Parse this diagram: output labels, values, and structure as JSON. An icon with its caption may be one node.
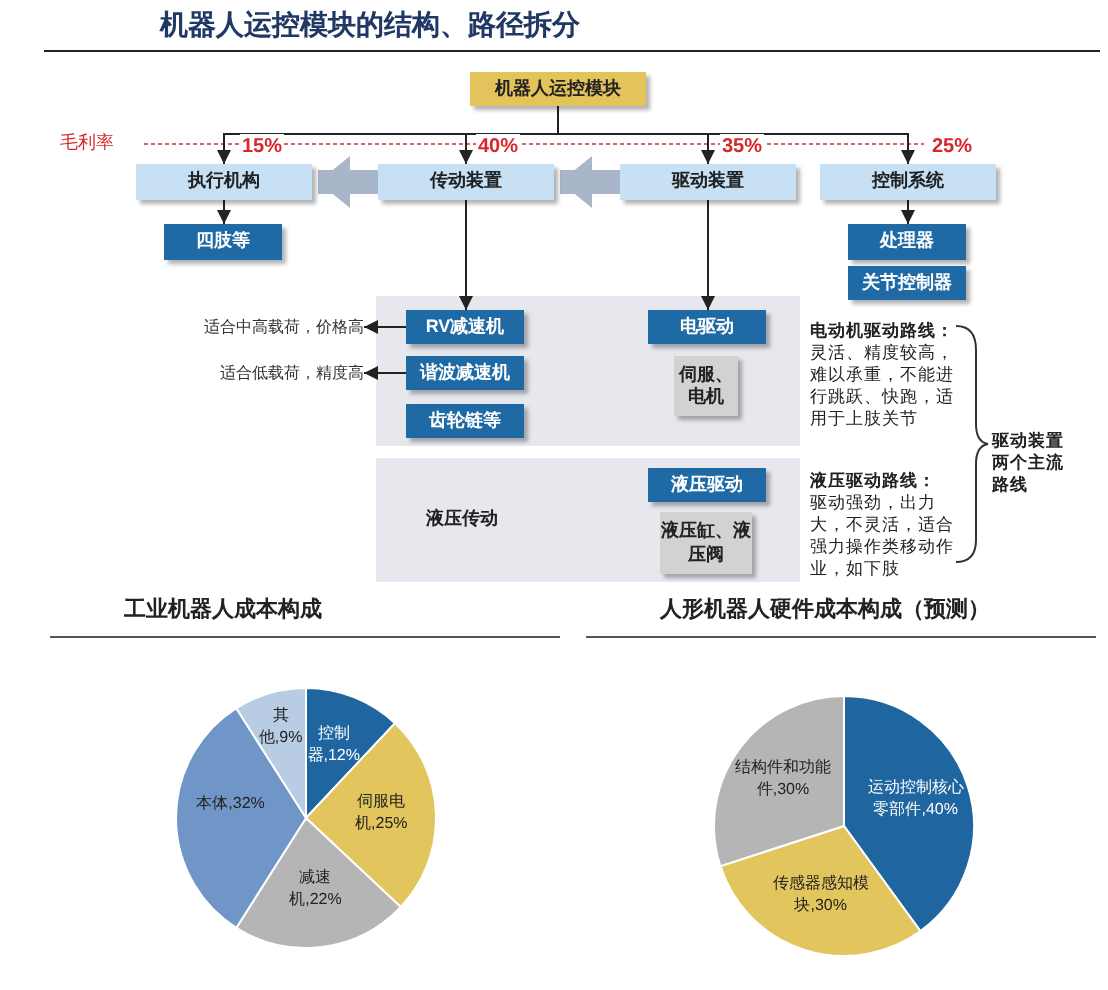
{
  "diagram": {
    "title": "机器人运控模块的结构、路径拆分",
    "nodes": [
      {
        "text": [
          "机器人运控模块"
        ]
      },
      {
        "text": [
          "执行机构"
        ]
      },
      {
        "text": [
          "传动装置"
        ]
      },
      {
        "text": [
          "驱动装置"
        ]
      },
      {
        "text": [
          "控制系统"
        ]
      },
      {
        "text": [
          "四肢等"
        ]
      },
      {
        "text": [
          "处理器"
        ]
      },
      {
        "text": [
          "关节控制器"
        ]
      },
      {
        "text": [],
        "shape": "box"
      },
      {
        "text": [
          "RV减速机"
        ],
        "in": 8
      },
      {
        "text": [
          "谐波减速机"
        ],
        "in": 8
      },
      {
        "text": [
          "齿轮链等"
        ],
        "in": 8
      },
      {
        "text": [
          "电驱动"
        ],
        "in": 8
      },
      {
        "text": [
          "伺服、电机"
        ],
        "in": 8
      },
      {
        "text": [
          "液压传动"
        ]
      },
      {
        "text": [
          "液压驱动"
        ],
        "in": 14
      },
      {
        "text": [
          "液压缸、液压阀"
        ],
        "in": 14
      },
      {
        "text": [
          "适合中高载荷，价格高"
        ]
      },
      {
        "text": [
          "适合低载荷，精度高"
        ]
      }
    ],
    "edges": [
      {
        "from": 0,
        "to": 1,
        "arrow": "to"
      },
      {
        "from": 0,
        "to": 2,
        "arrow": "to"
      },
      {
        "from": 0,
        "to": 3,
        "arrow": "to"
      },
      {
        "from": 0,
        "to": 4,
        "arrow": "to"
      },
      {
        "from": 3,
        "to": 2,
        "arrow": "to",
        "style": "thick",
        "color": "#a9b6c9"
      },
      {
        "from": 2,
        "to": 1,
        "arrow": "to",
        "style": "thick",
        "color": "#a9b6c9"
      },
      {
        "from": 1,
        "to": 5,
        "arrow": "to"
      },
      {
        "from": 4,
        "to": 6,
        "arrow": "to"
      },
      {
        "from": 2,
        "to": 9,
        "arrow": "to"
      },
      {
        "from": 3,
        "to": 12,
        "arrow": "to"
      },
      {
        "from": 9,
        "to": 17,
        "arrow": "to"
      },
      {
        "from": 10,
        "to": 18,
        "arrow": "to"
      }
    ],
    "labels": [
      "毛利率",
      "15%",
      "40%",
      "35%",
      "25%",
      "电动机驱动路线：",
      "灵活、精度较高，难以承重，不能进行跳跃、快跑，适用于上肢关节",
      "驱动装置两个主流路线",
      "液压驱动路线：",
      "驱动强劲，出力大，不灵活，适合强力操作类移动作业，如下肢"
    ],
    "chart_data": [
      {
        "type": "pie",
        "title": "工业机器人成本构成",
        "categories": [
          "控制器,12%",
          "伺服电机,25%",
          "减速机,22%",
          "本体,32%",
          "其他,9%"
        ],
        "values": [
          12,
          25,
          22,
          32,
          9
        ],
        "colors": [
          "#1f66a0",
          "#e2c55c",
          "#b5b5b5",
          "#7096c8",
          "#b8cce4"
        ]
      },
      {
        "type": "pie",
        "title": "人形机器人硬件成本构成（预测）",
        "categories": [
          "运动控制核心零部件,40%",
          "传感器感知模块,30%",
          "结构件和功能件,30%"
        ],
        "values": [
          40,
          30,
          30
        ],
        "colors": [
          "#1f66a0",
          "#e2c55c",
          "#b5b5b5"
        ]
      }
    ]
  }
}
